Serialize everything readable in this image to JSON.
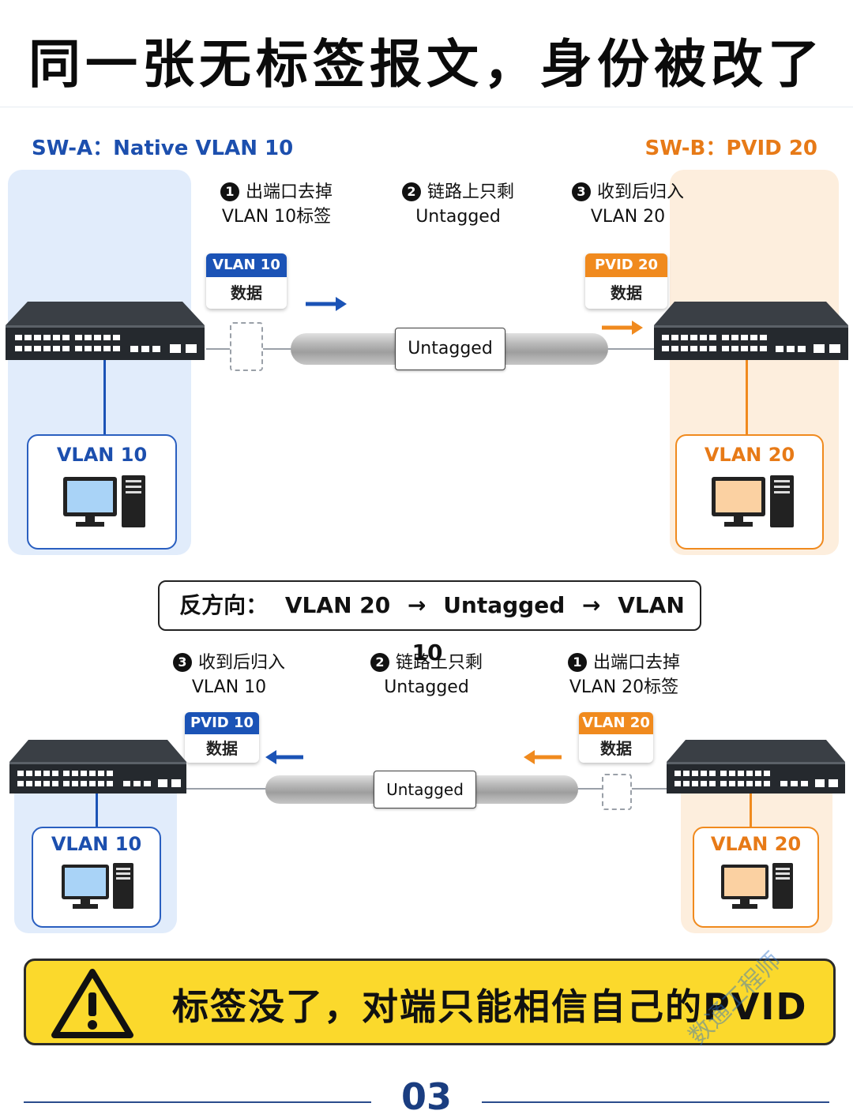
{
  "title": "同一张无标签报文，身份被改了",
  "top": {
    "swa_label": "SW-A：Native VLAN 10",
    "swb_label": "SW-B：PVID 20",
    "steps": [
      {
        "num": "1",
        "line1": "出端口去掉",
        "line2": "VLAN 10标签"
      },
      {
        "num": "2",
        "line1": "链路上只剩",
        "line2": "Untagged"
      },
      {
        "num": "3",
        "line1": "收到后归入",
        "line2": "VLAN 20"
      }
    ],
    "frame_left": {
      "tag": "VLAN 10",
      "payload": "数据"
    },
    "frame_right": {
      "tag": "PVID 20",
      "payload": "数据"
    },
    "cable_label": "Untagged",
    "host_left": "VLAN 10",
    "host_right": "VLAN 20"
  },
  "reverse": {
    "label": "反方向：",
    "from": "VLAN 20",
    "mid": "Untagged",
    "to": "VLAN 10",
    "arrow": "→"
  },
  "bottom": {
    "steps": [
      {
        "num": "3",
        "line1": "收到后归入",
        "line2": "VLAN 10"
      },
      {
        "num": "2",
        "line1": "链路上只剩",
        "line2": "Untagged"
      },
      {
        "num": "1",
        "line1": "出端口去掉",
        "line2": "VLAN 20标签"
      }
    ],
    "frame_left": {
      "tag": "PVID 10",
      "payload": "数据"
    },
    "frame_right": {
      "tag": "VLAN 20",
      "payload": "数据"
    },
    "cable_label": "Untagged",
    "host_left": "VLAN 10",
    "host_right": "VLAN 20"
  },
  "warning": "标签没了，对端只能相信自己的PVID",
  "page_number": "03",
  "watermark": "数通工程师",
  "colors": {
    "blue": "#1b53b6",
    "orange": "#f08a1e",
    "warning_bg": "#fbd92c"
  }
}
